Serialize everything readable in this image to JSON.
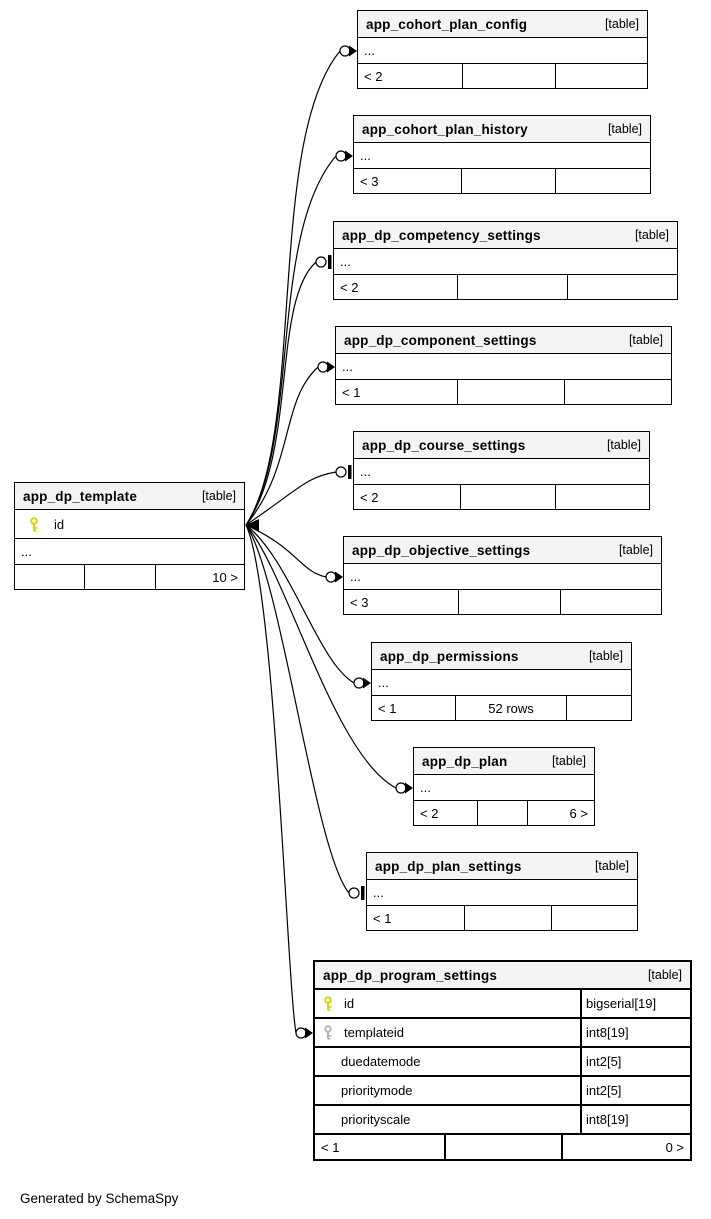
{
  "colors": {
    "background": "#ffffff",
    "table_header_bg": "#f4f4f4",
    "border": "#000000",
    "primary_key_icon": "#d6d600",
    "foreign_key_icon": "#b5b5b5"
  },
  "footer_note": "Generated by SchemaSpy",
  "tables": [
    {
      "name": "app_cohort_plan_config",
      "badge": "[table]",
      "ellipsis": "...",
      "footer": [
        "< 2",
        "",
        ""
      ]
    },
    {
      "name": "app_cohort_plan_history",
      "badge": "[table]",
      "ellipsis": "...",
      "footer": [
        "< 3",
        "",
        ""
      ]
    },
    {
      "name": "app_dp_competency_settings",
      "badge": "[table]",
      "ellipsis": "...",
      "footer": [
        "< 2",
        "",
        ""
      ]
    },
    {
      "name": "app_dp_component_settings",
      "badge": "[table]",
      "ellipsis": "...",
      "footer": [
        "< 1",
        "",
        ""
      ]
    },
    {
      "name": "app_dp_course_settings",
      "badge": "[table]",
      "ellipsis": "...",
      "footer": [
        "< 2",
        "",
        ""
      ]
    },
    {
      "name": "app_dp_objective_settings",
      "badge": "[table]",
      "ellipsis": "...",
      "footer": [
        "< 3",
        "",
        ""
      ]
    },
    {
      "name": "app_dp_permissions",
      "badge": "[table]",
      "ellipsis": "...",
      "footer": [
        "< 1",
        "52 rows",
        ""
      ]
    },
    {
      "name": "app_dp_plan",
      "badge": "[table]",
      "ellipsis": "...",
      "footer": [
        "< 2",
        "",
        "6 >"
      ]
    },
    {
      "name": "app_dp_plan_settings",
      "badge": "[table]",
      "ellipsis": "...",
      "footer": [
        "< 1",
        "",
        ""
      ]
    }
  ],
  "main_table": {
    "name": "app_dp_template",
    "badge": "[table]",
    "primary_key_column": "id",
    "ellipsis": "...",
    "footer": [
      "",
      "",
      "10 >"
    ]
  },
  "focus_table": {
    "name": "app_dp_program_settings",
    "badge": "[table]",
    "columns": [
      {
        "name": "id",
        "type": "bigserial[19]",
        "key": "primary"
      },
      {
        "name": "templateid",
        "type": "int8[19]",
        "key": "foreign"
      },
      {
        "name": "duedatemode",
        "type": "int2[5]",
        "key": ""
      },
      {
        "name": "prioritymode",
        "type": "int2[5]",
        "key": ""
      },
      {
        "name": "priorityscale",
        "type": "int8[19]",
        "key": ""
      }
    ],
    "footer": [
      "< 1",
      "",
      "0 >"
    ]
  },
  "relationships": [
    {
      "from": "app_dp_template.id",
      "to": "app_cohort_plan_config",
      "end_marker": "circle-arrow"
    },
    {
      "from": "app_dp_template.id",
      "to": "app_cohort_plan_history",
      "end_marker": "circle-arrow"
    },
    {
      "from": "app_dp_template.id",
      "to": "app_dp_competency_settings",
      "end_marker": "circle-tee"
    },
    {
      "from": "app_dp_template.id",
      "to": "app_dp_component_settings",
      "end_marker": "circle-arrow"
    },
    {
      "from": "app_dp_template.id",
      "to": "app_dp_course_settings",
      "end_marker": "circle-tee"
    },
    {
      "from": "app_dp_template.id",
      "to": "app_dp_objective_settings",
      "end_marker": "circle-arrow"
    },
    {
      "from": "app_dp_template.id",
      "to": "app_dp_permissions",
      "end_marker": "circle-arrow"
    },
    {
      "from": "app_dp_template.id",
      "to": "app_dp_plan",
      "end_marker": "circle-arrow"
    },
    {
      "from": "app_dp_template.id",
      "to": "app_dp_plan_settings",
      "end_marker": "circle-tee"
    },
    {
      "from": "app_dp_template.id",
      "to": "app_dp_program_settings.templateid",
      "end_marker": "circle-arrow"
    }
  ]
}
